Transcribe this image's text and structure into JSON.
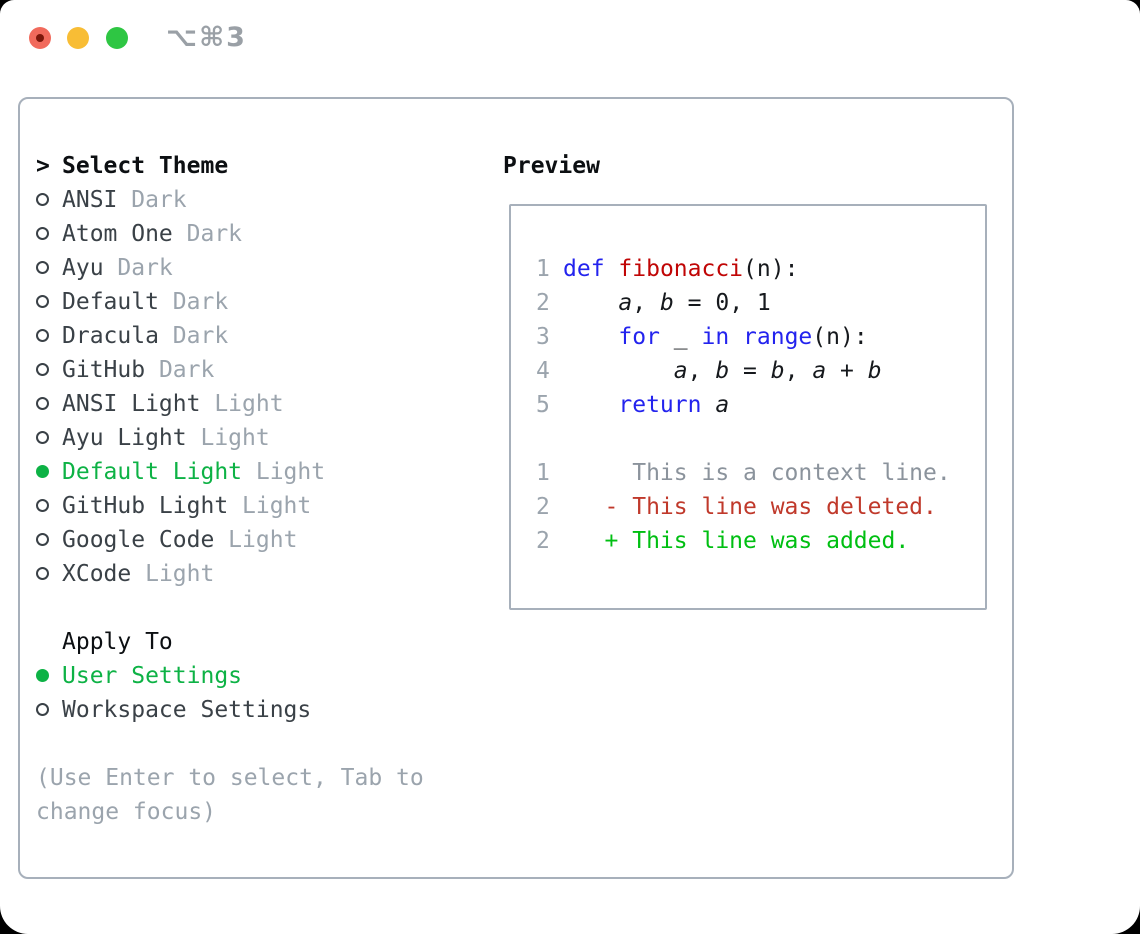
{
  "window": {
    "title": "⌥⌘3",
    "traffic_lights": {
      "close": "close",
      "minimize": "minimize",
      "zoom": "zoom"
    }
  },
  "theme_picker": {
    "header": {
      "prompt": ">",
      "label": "Select Theme"
    },
    "items": [
      {
        "name": "ANSI",
        "variant": "Dark",
        "selected": false
      },
      {
        "name": "Atom One",
        "variant": "Dark",
        "selected": false
      },
      {
        "name": "Ayu",
        "variant": "Dark",
        "selected": false
      },
      {
        "name": "Default",
        "variant": "Dark",
        "selected": false
      },
      {
        "name": "Dracula",
        "variant": "Dark",
        "selected": false
      },
      {
        "name": "GitHub",
        "variant": "Dark",
        "selected": false
      },
      {
        "name": "ANSI Light",
        "variant": "Light",
        "selected": false
      },
      {
        "name": "Ayu Light",
        "variant": "Light",
        "selected": false
      },
      {
        "name": "Default Light",
        "variant": "Light",
        "selected": true
      },
      {
        "name": "GitHub Light",
        "variant": "Light",
        "selected": false
      },
      {
        "name": "Google Code",
        "variant": "Light",
        "selected": false
      },
      {
        "name": "XCode",
        "variant": "Light",
        "selected": false
      }
    ]
  },
  "apply_to": {
    "header": "Apply To",
    "options": [
      {
        "label": "User Settings",
        "selected": true
      },
      {
        "label": "Workspace Settings",
        "selected": false
      }
    ]
  },
  "help_text": "(Use Enter to select, Tab to change focus)",
  "preview": {
    "header": "Preview",
    "code_lines": [
      {
        "num": "1",
        "tokens": [
          [
            "def",
            "kw"
          ],
          [
            " ",
            ""
          ],
          [
            "fibonacci",
            "fn"
          ],
          [
            "(n):",
            ""
          ]
        ]
      },
      {
        "num": "2",
        "tokens": [
          [
            "    ",
            ""
          ],
          [
            "a",
            "v"
          ],
          [
            ", ",
            ""
          ],
          [
            "b",
            "v"
          ],
          [
            " = 0, 1",
            ""
          ]
        ]
      },
      {
        "num": "3",
        "tokens": [
          [
            "    ",
            ""
          ],
          [
            "for",
            "kw"
          ],
          [
            " _ ",
            ""
          ],
          [
            "in",
            "kw"
          ],
          [
            " ",
            ""
          ],
          [
            "range",
            "kw"
          ],
          [
            "(n):",
            ""
          ]
        ]
      },
      {
        "num": "4",
        "tokens": [
          [
            "        ",
            ""
          ],
          [
            "a",
            "v"
          ],
          [
            ", ",
            ""
          ],
          [
            "b",
            "v"
          ],
          [
            " = ",
            ""
          ],
          [
            "b",
            "v"
          ],
          [
            ", ",
            ""
          ],
          [
            "a",
            "v"
          ],
          [
            " + ",
            ""
          ],
          [
            "b",
            "v"
          ]
        ]
      },
      {
        "num": "5",
        "tokens": [
          [
            "    ",
            ""
          ],
          [
            "return",
            "kw"
          ],
          [
            " ",
            ""
          ],
          [
            "a",
            "v"
          ]
        ]
      }
    ],
    "diff_lines": [
      {
        "num": "1",
        "tokens": [
          [
            "     This is a context line.",
            "ctx"
          ]
        ]
      },
      {
        "num": "2",
        "tokens": [
          [
            "   - This line was deleted.",
            "del"
          ]
        ]
      },
      {
        "num": "2",
        "tokens": [
          [
            "   + This line was added.",
            "add"
          ]
        ]
      }
    ]
  },
  "colors": {
    "border": "#a7b0bb",
    "heading": "#0c0f12",
    "item": "#3a4147",
    "muted": "#9ba4ad",
    "accent_green": "#0db245",
    "keyword_blue": "#2323ee",
    "function_red": "#c00505",
    "code_text": "#16191d",
    "context_gray": "#8b939c",
    "diff_delete_red": "#c0392b",
    "diff_add_green": "#00bf12",
    "title_gray": "#9aa0a6",
    "traffic_red": "#f16a5c",
    "traffic_red_dot": "#7c170b",
    "traffic_yellow": "#f8bd35",
    "traffic_green": "#2ec643"
  }
}
